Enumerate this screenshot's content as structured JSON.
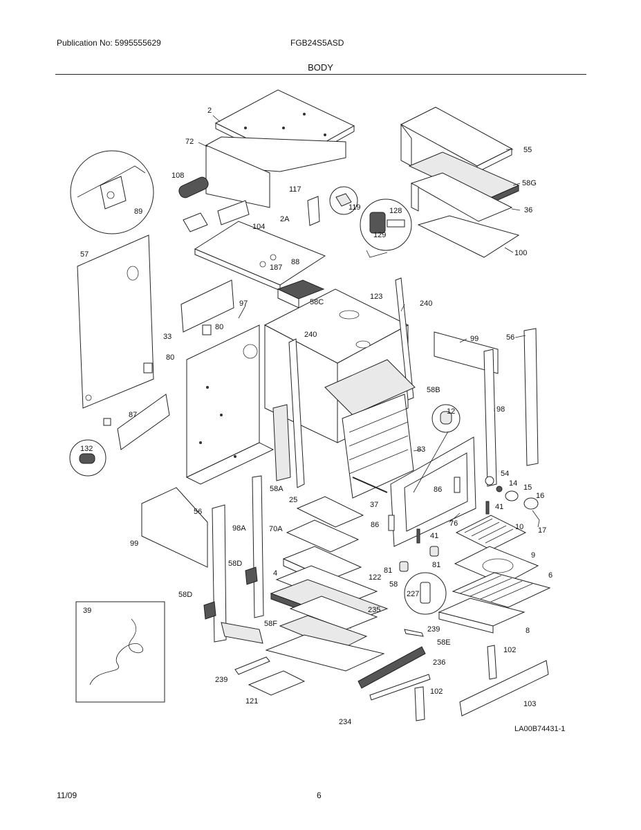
{
  "header": {
    "publication": "Publication No: 5995555629",
    "model": "FGB24S5ASD",
    "section_title": "BODY"
  },
  "footer": {
    "date": "11/09",
    "page": "6"
  },
  "diagram": {
    "drawing_id": "LA00B74431-1",
    "callouts": [
      "2",
      "72",
      "108",
      "89",
      "117",
      "119",
      "128",
      "129",
      "55",
      "58G",
      "36",
      "100",
      "104",
      "2A",
      "57",
      "187",
      "88",
      "58C",
      "123",
      "240",
      "33",
      "80",
      "97",
      "99",
      "56",
      "87",
      "132",
      "58B",
      "12",
      "98",
      "83",
      "58A",
      "54",
      "14",
      "15",
      "16",
      "17",
      "37",
      "86",
      "41",
      "76",
      "25",
      "56",
      "98A",
      "70A",
      "99",
      "10",
      "9",
      "6",
      "81",
      "4",
      "122",
      "227",
      "58D",
      "58",
      "235",
      "39",
      "58F",
      "239",
      "8",
      "58E",
      "102",
      "236",
      "239",
      "121",
      "234",
      "102",
      "103"
    ]
  }
}
